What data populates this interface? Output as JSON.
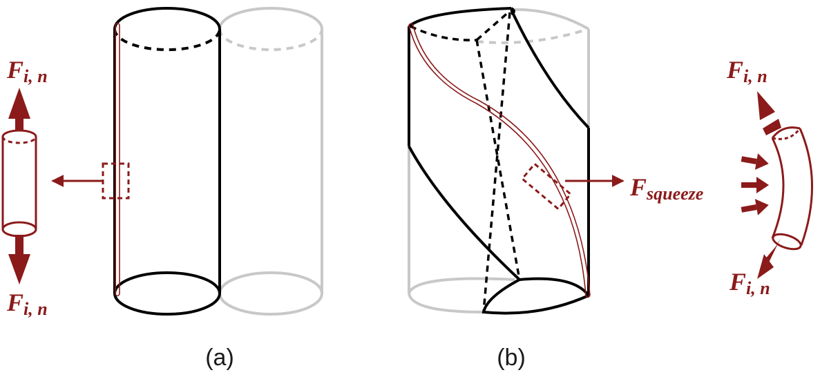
{
  "colors": {
    "accent": "#8b1a1a",
    "ink": "#000000",
    "ghost": "#c8c8c8"
  },
  "panel_a": {
    "caption": "(a)",
    "force_top_main": "F",
    "force_top_sub": "i, n",
    "force_bottom_main": "F",
    "force_bottom_sub": "i, n"
  },
  "panel_b": {
    "caption": "(b)",
    "squeeze_main": "F",
    "squeeze_sub": "squeeze",
    "force_top_main": "F",
    "force_top_sub": "i, n",
    "force_bottom_main": "F",
    "force_bottom_sub": "i, n"
  }
}
